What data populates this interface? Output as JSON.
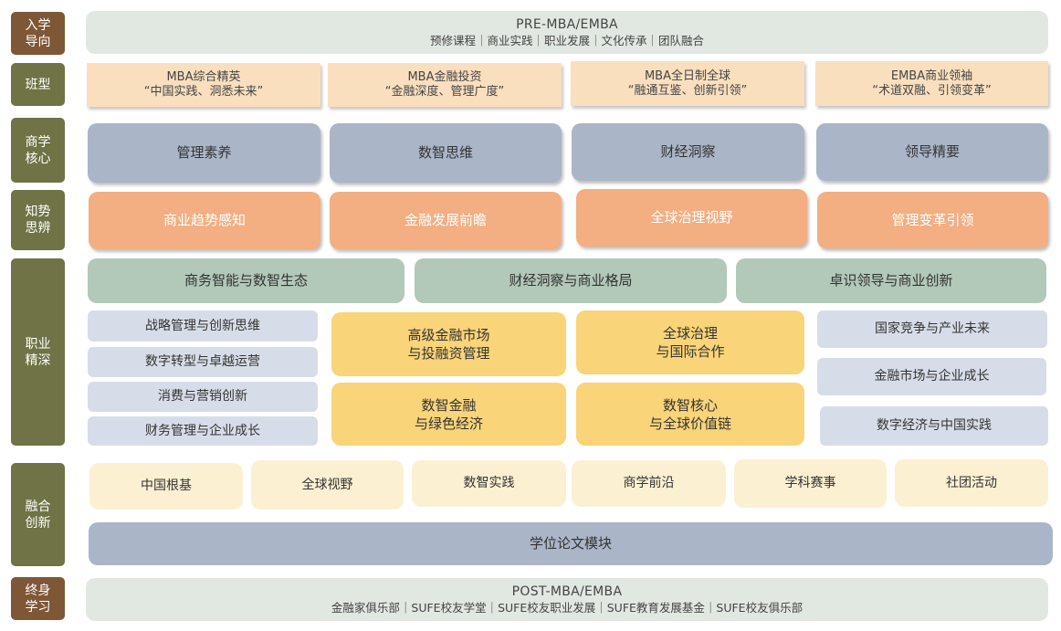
{
  "rows": {
    "entry": "入学\n导向",
    "classes": "班型",
    "core": "商学\n核心",
    "insight": "知势\n思辨",
    "career": "职业\n精深",
    "fusion": "融合\n创新",
    "lifelong": "终身\n学习"
  },
  "pre": {
    "title": "PRE-MBA/EMBA",
    "items": "预修课程｜商业实践｜职业发展｜文化传承｜团队融合"
  },
  "classes": [
    "MBA综合精英\n“中国实践、洞悉未来”",
    "MBA金融投资\n“金融深度、管理广度”",
    "MBA全日制全球\n“融通互鉴、创新引领”",
    "EMBA商业领袖\n“术道双融、引领变革”"
  ],
  "core": [
    "管理素养",
    "数智思维",
    "财经洞察",
    "领导精要"
  ],
  "insight": [
    "商业趋势感知",
    "金融发展前瞻",
    "全球治理视野",
    "管理变革引领"
  ],
  "career_headers": [
    "商务智能与数智生态",
    "财经洞察与商业格局",
    "卓识领导与商业创新"
  ],
  "career_left": [
    "战略管理与创新思维",
    "数字转型与卓越运营",
    "消费与营销创新",
    "财务管理与企业成长"
  ],
  "career_mid": [
    "高级金融市场\n与投融资管理",
    "全球治理\n与国际合作",
    "数智金融\n与绿色经济",
    "数智核心\n与全球价值链"
  ],
  "career_right": [
    "国家竞争与产业未来",
    "金融市场与企业成长",
    "数字经济与中国实践"
  ],
  "fusion": [
    "中国根基",
    "全球视野",
    "数智实践",
    "商学前沿",
    "学科赛事",
    "社团活动"
  ],
  "thesis": "学位论文模块",
  "post": {
    "title": "POST-MBA/EMBA",
    "items": "金融家俱乐部｜SUFE校友学堂｜SUFE校友职业发展｜SUFE教育发展基金｜SUFE校友俱乐部"
  },
  "colors": {
    "label_brown": "#7e5736",
    "label_olive": "#6f7345",
    "mint": "#e1e8e2",
    "peach": "#fadfbf",
    "steel": "#aab5c7",
    "salmon": "#f3ae82",
    "sage": "#b2c8b8",
    "lavender": "#d7dde8",
    "gold": "#f9d478",
    "cream": "#fcf0d2"
  }
}
